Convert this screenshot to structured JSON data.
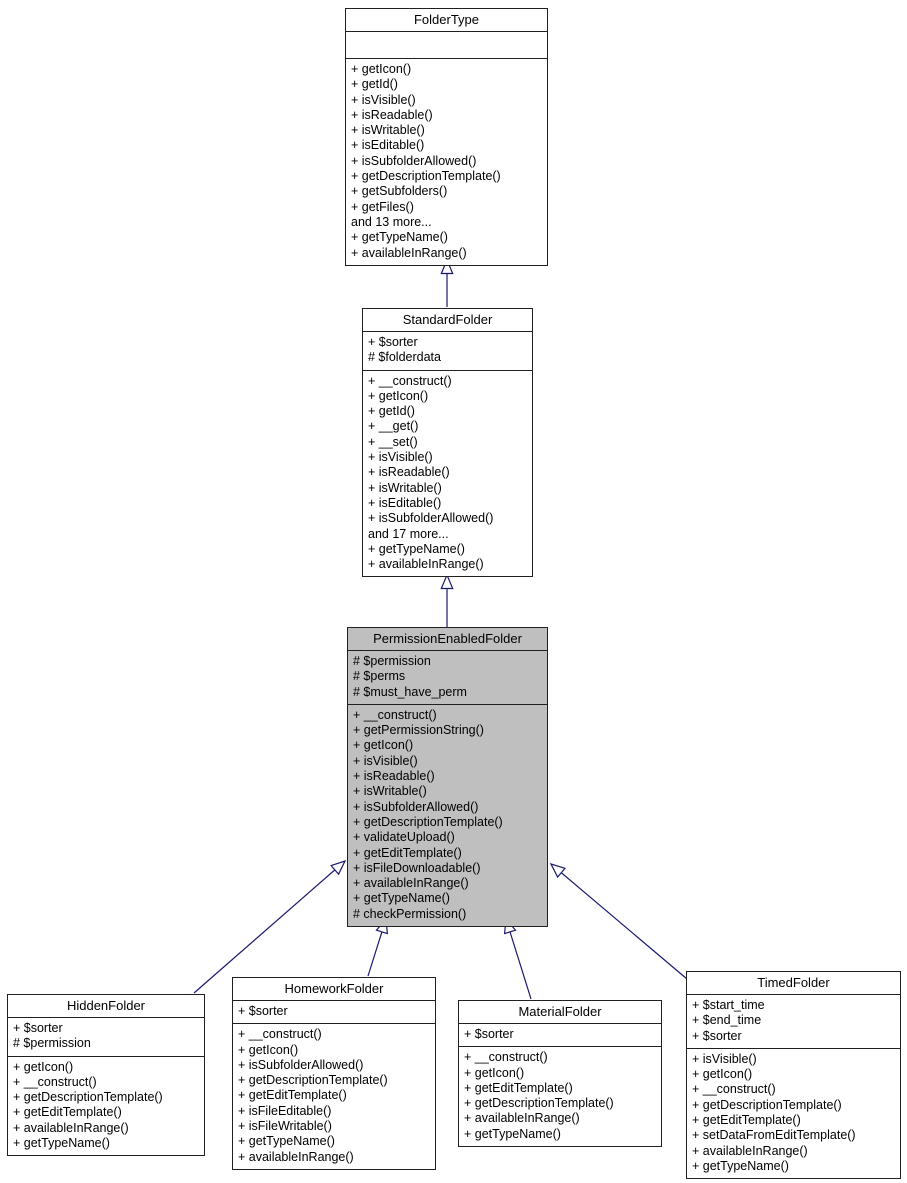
{
  "diagram": {
    "colors": {
      "highlight_fill": "#bfbfbf",
      "box_fill": "#ffffff",
      "border": "#202020",
      "arrow": "#191970"
    },
    "classes": {
      "folder_type": {
        "name": "FolderType",
        "attributes": [],
        "methods": [
          "+ getIcon()",
          "+ getId()",
          "+ isVisible()",
          "+ isReadable()",
          "+ isWritable()",
          "+ isEditable()",
          "+ isSubfolderAllowed()",
          "+ getDescriptionTemplate()",
          "+ getSubfolders()",
          "+ getFiles()",
          "and 13 more...",
          "+ getTypeName()",
          "+ availableInRange()"
        ]
      },
      "standard_folder": {
        "name": "StandardFolder",
        "attributes": [
          "+ $sorter",
          "# $folderdata"
        ],
        "methods": [
          "+ __construct()",
          "+ getIcon()",
          "+ getId()",
          "+ __get()",
          "+ __set()",
          "+ isVisible()",
          "+ isReadable()",
          "+ isWritable()",
          "+ isEditable()",
          "+ isSubfolderAllowed()",
          "and 17 more...",
          "+ getTypeName()",
          "+ availableInRange()"
        ]
      },
      "permission_enabled_folder": {
        "name": "PermissionEnabledFolder",
        "attributes": [
          "# $permission",
          "# $perms",
          "# $must_have_perm"
        ],
        "methods": [
          "+ __construct()",
          "+ getPermissionString()",
          "+ getIcon()",
          "+ isVisible()",
          "+ isReadable()",
          "+ isWritable()",
          "+ isSubfolderAllowed()",
          "+ getDescriptionTemplate()",
          "+ validateUpload()",
          "+ getEditTemplate()",
          "+ isFileDownloadable()",
          "+ availableInRange()",
          "+ getTypeName()",
          "# checkPermission()"
        ]
      },
      "hidden_folder": {
        "name": "HiddenFolder",
        "attributes": [
          "+ $sorter",
          "# $permission"
        ],
        "methods": [
          "+ getIcon()",
          "+ __construct()",
          "+ getDescriptionTemplate()",
          "+ getEditTemplate()",
          "+ availableInRange()",
          "+ getTypeName()"
        ]
      },
      "homework_folder": {
        "name": "HomeworkFolder",
        "attributes": [
          "+ $sorter"
        ],
        "methods": [
          "+ __construct()",
          "+ getIcon()",
          "+ isSubfolderAllowed()",
          "+ getDescriptionTemplate()",
          "+ getEditTemplate()",
          "+ isFileEditable()",
          "+ isFileWritable()",
          "+ getTypeName()",
          "+ availableInRange()"
        ]
      },
      "material_folder": {
        "name": "MaterialFolder",
        "attributes": [
          "+ $sorter"
        ],
        "methods": [
          "+ __construct()",
          "+ getIcon()",
          "+ getEditTemplate()",
          "+ getDescriptionTemplate()",
          "+ availableInRange()",
          "+ getTypeName()"
        ]
      },
      "timed_folder": {
        "name": "TimedFolder",
        "attributes": [
          "+ $start_time",
          "+ $end_time",
          "+ $sorter"
        ],
        "methods": [
          "+ isVisible()",
          "+ getIcon()",
          "+ __construct()",
          "+ getDescriptionTemplate()",
          "+ getEditTemplate()",
          "+ setDataFromEditTemplate()",
          "+ availableInRange()",
          "+ getTypeName()"
        ]
      }
    }
  }
}
